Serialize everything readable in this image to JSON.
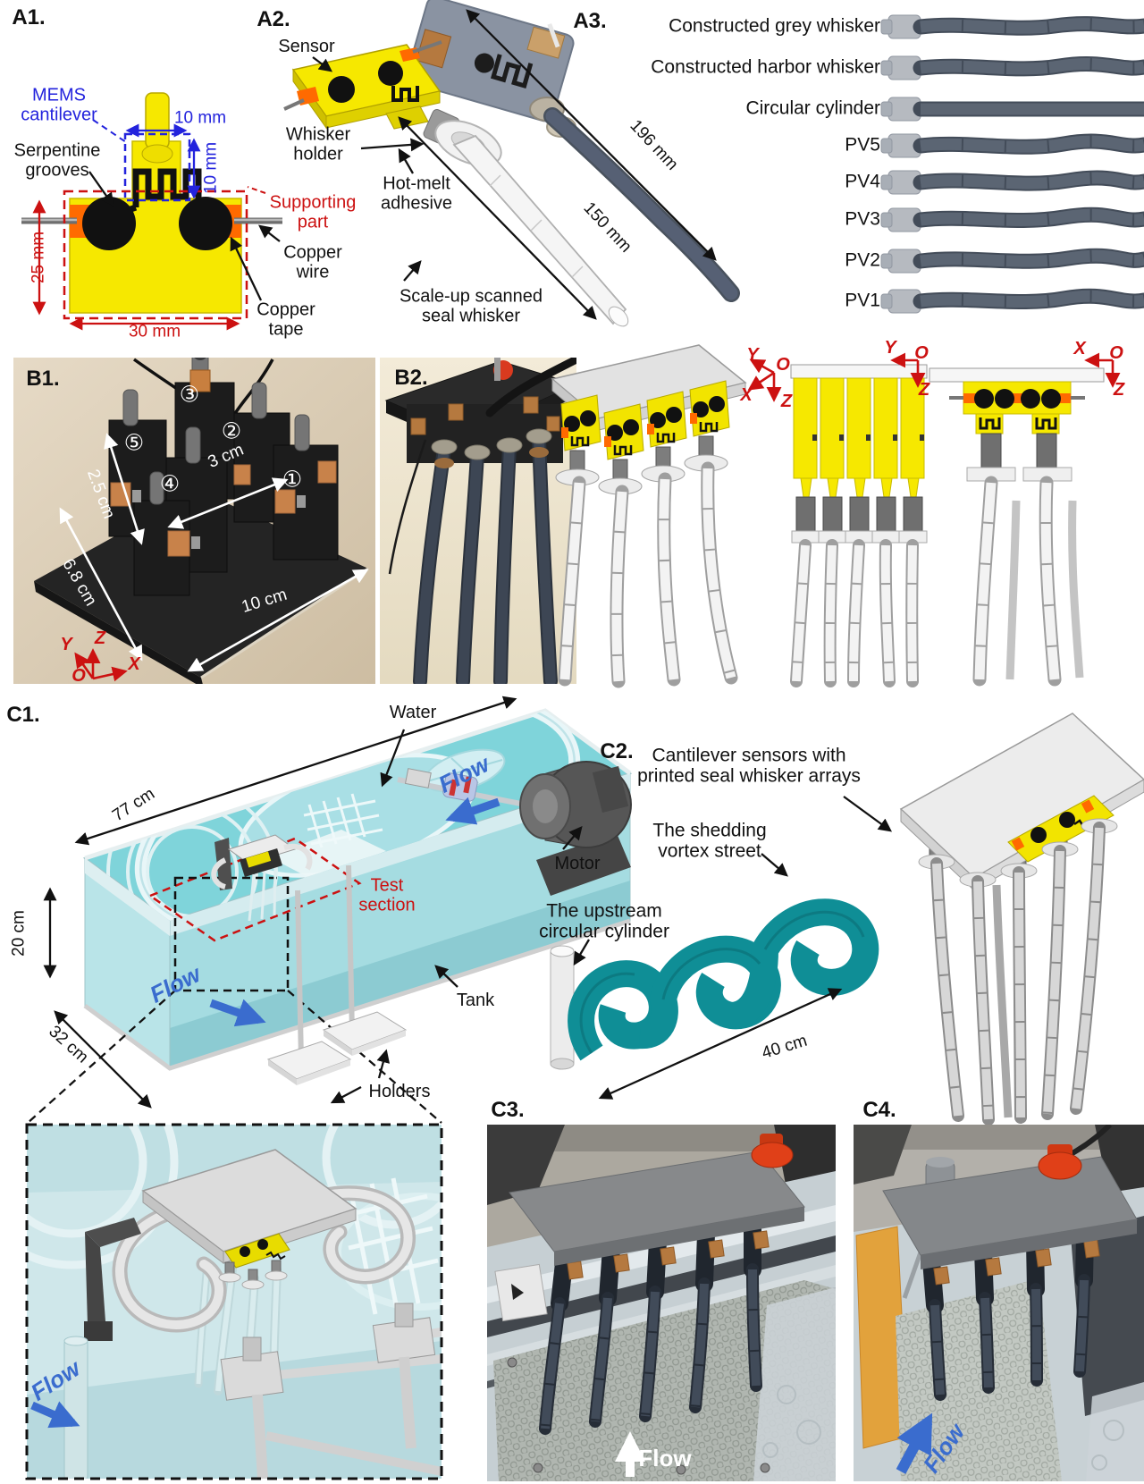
{
  "colors": {
    "annotation_red": "#cc1111",
    "annotation_blue": "#2323dd",
    "flow_blue": "#3a6cce",
    "sensor_yellow": "#f6e800",
    "copper_orange": "#ff6a00",
    "water_teal": "#7fd4da",
    "vortex_teal": "#0f8e96",
    "whisker_grey": "#5b6573"
  },
  "a1": {
    "label": "A1.",
    "mems_cantilever": "MEMS\ncantilever",
    "serpentine_grooves": "Serpentine\ngrooves",
    "supporting_part": "Supporting\npart",
    "copper_wire": "Copper\nwire",
    "copper_tape": "Copper\ntape",
    "dim_width_top": "10 mm",
    "dim_height_top": "10 mm",
    "dim_height": "25 mm",
    "dim_width": "30 mm"
  },
  "a2": {
    "label": "A2.",
    "sensor": "Sensor",
    "whisker_holder": "Whisker\nholder",
    "hot_melt_adhesive": "Hot-melt\nadhesive",
    "scale_up": "Scale-up scanned\nseal whisker",
    "dim_printed_whisker": "196 mm",
    "dim_scanned_whisker": "150 mm"
  },
  "a3": {
    "label": "A3.",
    "rows": [
      "Constructed grey whisker",
      "Constructed harbor whisker",
      "Circular cylinder",
      "PV5",
      "PV4",
      "PV3",
      "PV2",
      "PV1"
    ]
  },
  "b1": {
    "label": "B1.",
    "sensor_numbers": [
      "①",
      "②",
      "③",
      "④",
      "⑤"
    ],
    "dim_spacing_side": "2.5 cm",
    "dim_spacing_front": "3 cm",
    "dim_depth": "6.8 cm",
    "dim_width": "10 cm",
    "axes": {
      "x": "X",
      "y": "Y",
      "z": "Z",
      "o": "O"
    }
  },
  "b2": {
    "label": "B2."
  },
  "cad_views": {
    "perspective_axes": {
      "x": "X",
      "y": "Y",
      "z": "Z",
      "o": "O"
    },
    "side_axes": {
      "y": "Y",
      "z": "Z",
      "o": "O"
    },
    "front_axes": {
      "x": "X",
      "z": "Z",
      "o": "O"
    }
  },
  "c1": {
    "label": "C1.",
    "water": "Water",
    "motor": "Motor",
    "test_section": "Test\nsection",
    "tank": "Tank",
    "holders": "Holders",
    "flow": "Flow",
    "dim_length": "77 cm",
    "dim_height": "20 cm",
    "dim_width": "32 cm"
  },
  "inset": {
    "flow": "Flow"
  },
  "c2": {
    "label": "C2.",
    "sensors_caption": "Cantilever sensors with\nprinted seal whisker arrays",
    "vortex_caption": "The shedding\nvortex street",
    "cylinder_caption": "The upstream\ncircular cylinder",
    "dim_span": "40 cm"
  },
  "c3": {
    "label": "C3.",
    "flow": "Flow"
  },
  "c4": {
    "label": "C4.",
    "flow": "Flow"
  }
}
